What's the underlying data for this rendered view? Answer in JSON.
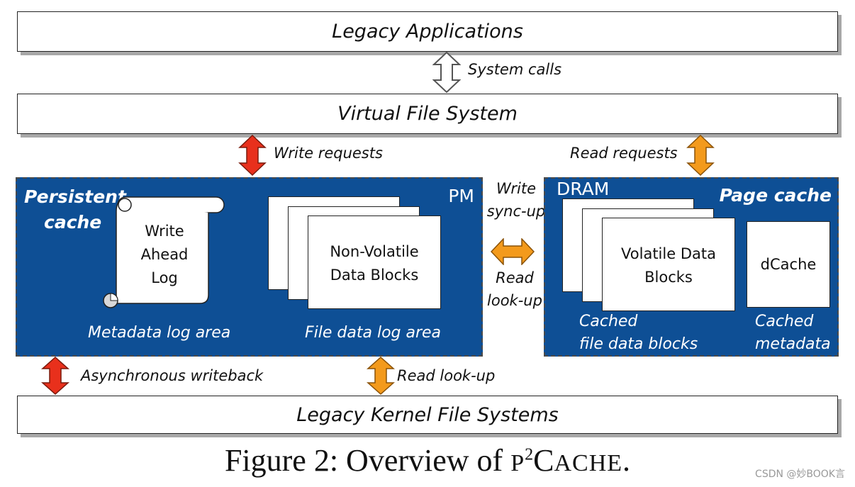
{
  "layers": {
    "legacy_apps": "Legacy Applications",
    "vfs": "Virtual File System",
    "legacy_kernel_fs": "Legacy Kernel File Systems"
  },
  "labels": {
    "system_calls": "System calls",
    "write_requests": "Write requests",
    "read_requests": "Read requests",
    "write_sync_up_1": "Write",
    "write_sync_up_2": "sync-up",
    "read_look_up_1": "Read",
    "read_look_up_2": "look-up",
    "async_writeback": "Asynchronous writeback",
    "read_look_up": "Read look-up"
  },
  "pm": {
    "title_1": "Persistent",
    "title_2": "cache",
    "tag": "PM",
    "wal_1": "Write",
    "wal_2": "Ahead",
    "wal_3": "Log",
    "nv_1": "Non-Volatile",
    "nv_2": "Data Blocks",
    "metadata_area": "Metadata log area",
    "file_data_area": "File data log area"
  },
  "dram": {
    "tag": "DRAM",
    "title": "Page cache",
    "vol_1": "Volatile Data",
    "vol_2": "Blocks",
    "dcache": "dCache",
    "cached_fd_1": "Cached",
    "cached_fd_2": "file data blocks",
    "cached_md_1": "Cached",
    "cached_md_2": "metadata"
  },
  "caption": {
    "prefix": "Figure 2: Overview of ",
    "p": "P",
    "sup": "2",
    "c": "C",
    "ache": "ACHE",
    "dot": "."
  },
  "watermark": "CSDN @妙BOOK言",
  "colors": {
    "region_blue": "#0e4f95",
    "red_arrow": "#e8301c",
    "orange_arrow": "#f39a1c"
  }
}
